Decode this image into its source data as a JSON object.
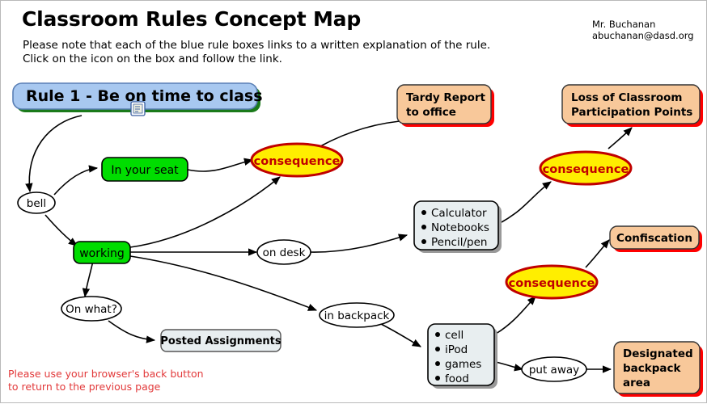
{
  "header": {
    "title": "Classroom Rules Concept Map",
    "note": "Please note that each of the blue rule boxes links to a written explanation of the rule.\nClick on the icon on the box and follow the link.",
    "author": "Mr. Buchanan\nabuchanan@dasd.org"
  },
  "footer": {
    "note": "Please use your browser's back button\nto return to the previous page"
  },
  "colors": {
    "rule_box_fill": "#a8c8f0",
    "rule_box_shadow": "#1a7a1a",
    "green_fill": "#00dd00",
    "consequence_fill": "#ffee00",
    "consequence_stroke": "#c00000",
    "orange_fill": "#f8c89a",
    "orange_shadow": "#ff0000",
    "list_fill": "#e8eef0",
    "list_shadow": "#999999",
    "footer_text": "#e2393a"
  },
  "nodes": {
    "rule1": {
      "label": "Rule 1 - Be on time to class",
      "icon": "document-link-icon"
    },
    "bell": {
      "label": "bell"
    },
    "in_your_seat": {
      "label": "In your seat"
    },
    "working": {
      "label": "working"
    },
    "on_what": {
      "label": "On what?"
    },
    "posted_assignments": {
      "label": "Posted Assignments"
    },
    "on_desk": {
      "label": "on desk"
    },
    "in_backpack": {
      "label": "in backpack"
    },
    "put_away": {
      "label": "put away"
    },
    "consequence_1": {
      "label": "consequence"
    },
    "consequence_2": {
      "label": "consequence"
    },
    "consequence_3": {
      "label": "consequence"
    },
    "tardy_report": {
      "line1": "Tardy Report",
      "line2": "to office"
    },
    "loss_points": {
      "line1": "Loss of Classroom",
      "line2": "Participation Points"
    },
    "confiscation": {
      "line1": "Confiscation"
    },
    "designated_backpack": {
      "line1": "Designated",
      "line2": "backpack",
      "line3": "area"
    },
    "supplies_list": {
      "items": [
        "Calculator",
        "Notebooks",
        "Pencil/pen"
      ]
    },
    "devices_list": {
      "items": [
        "cell",
        "iPod",
        "games",
        "food"
      ]
    }
  }
}
